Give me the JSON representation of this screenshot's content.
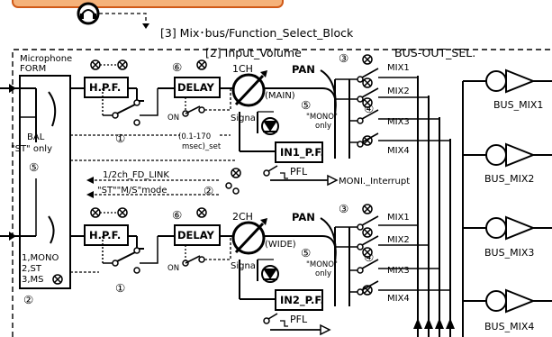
{
  "blocks": {
    "mix_block_title": "[3]  Mix･bus/Function_Select_Block",
    "input_volume_title": "[2]  Input_Volume",
    "bus_out_sel": "BUS-OUT_SEL.",
    "mic_form": "Microphone\nFORM"
  },
  "channels": {
    "ch1": {
      "hpf": "H.P.F.",
      "delay": "DELAY",
      "ch_label": "1CH",
      "pan": "PAN",
      "pan_mode": "(MAIN)",
      "pf": "IN1_P.F.",
      "mono_only": "\"MONO\"\nonly",
      "mix": [
        "MIX1",
        "MIX2",
        "MIX3",
        "MIX4"
      ]
    },
    "ch2": {
      "hpf": "H.P.F.",
      "delay": "DELAY",
      "ch_label": "2CH",
      "pan": "PAN",
      "pan_mode": "(WIDE)",
      "pf": "IN2_P.F.",
      "mono_only": "\"MONO\"\nonly",
      "mix": [
        "MIX1",
        "MIX2",
        "MIX3",
        "MIX4"
      ]
    }
  },
  "labels": {
    "bal": "BAL",
    "st_only": "\"ST\" only",
    "on": "ON",
    "delay_range": "(0.1-170\nmsec)_set",
    "fd_link": "1/2ch_FD_LINK",
    "st_ms_mode": "\"ST\"\"M/S\"mode",
    "signal": "Signal",
    "pfl": "PFL",
    "moni_interrupt": "MONI._Interrupt",
    "form_opts": [
      "1,MONO",
      "2,ST",
      "3,MS"
    ]
  },
  "buses": [
    "BUS_MIX1",
    "BUS_MIX2",
    "BUS_MIX3",
    "BUS_MIX4"
  ],
  "markers": {
    "m1": "①",
    "m2": "②",
    "m3": "③",
    "m4": "④",
    "m5": "⑤",
    "m6": "⑥"
  },
  "colors": {
    "banner_fill": "#f5b27a",
    "banner_stroke": "#d05a18",
    "line": "#000000"
  }
}
